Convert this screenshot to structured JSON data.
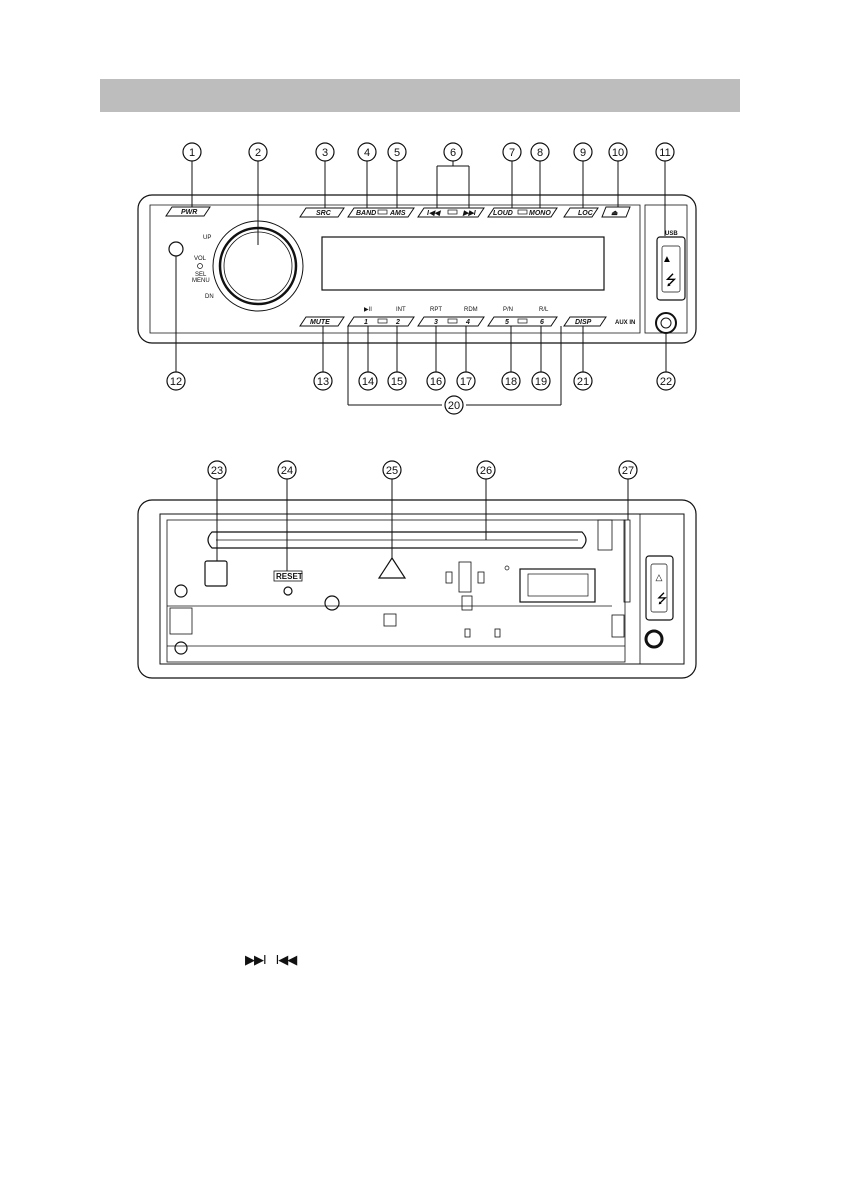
{
  "front_panel": {
    "callouts": [
      "1",
      "2",
      "3",
      "4",
      "5",
      "6",
      "7",
      "8",
      "9",
      "10",
      "11",
      "12",
      "13",
      "14",
      "15",
      "16",
      "17",
      "18",
      "19",
      "20",
      "21",
      "22"
    ],
    "buttons": {
      "pwr": "PWR",
      "src": "SRC",
      "band": "BAND",
      "ams": "AMS",
      "loud": "LOUD",
      "mono": "MONO",
      "loc": "LOC",
      "mute": "MUTE",
      "disp": "DISP",
      "preset_1": "1",
      "preset_2": "2",
      "preset_3": "3",
      "preset_4": "4",
      "preset_5": "5",
      "preset_6": "6"
    },
    "labels": {
      "up": "UP",
      "dn": "DN",
      "vol": "VOL",
      "sel": "SEL",
      "menu": "MENU",
      "play_pause": "▶II",
      "int": "INT",
      "rpt": "RPT",
      "rdm": "RDM",
      "pn": "P/N",
      "rl": "R/L",
      "usb": "USB",
      "aux_in": "AUX  IN"
    }
  },
  "back_panel": {
    "callouts": [
      "23",
      "24",
      "25",
      "26",
      "27"
    ],
    "reset_label": "RESET"
  },
  "symbols": {
    "next": "▶▶I",
    "prev": "I◀◀"
  }
}
